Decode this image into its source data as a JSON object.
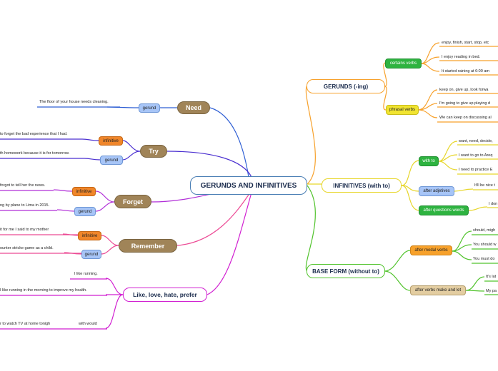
{
  "central": "GERUNDS AND INFINITIVES",
  "right": {
    "gerunds": {
      "title": "GERUNDS (-ing)",
      "certain_verbs": {
        "label": "certains verbs",
        "items": [
          "enjoy, finish, start, stop, etc",
          "I enjoy reading in bed.",
          "It started raining at 6:00 am"
        ]
      },
      "phrasal_verbs": {
        "label": "phrasal verbs",
        "items": [
          "keep on, give up, look forwa",
          "I'm going to give up playing d",
          "We can keep on discussing al"
        ]
      }
    },
    "infinitives": {
      "title": "INFINITIVES (with to)",
      "with_to": {
        "label": "with to",
        "items": [
          "want, need, decide,",
          "I want to go to Areq",
          "I need to practice E"
        ]
      },
      "after_adjectives": {
        "label": "after adjetives",
        "items": [
          "It'll be nice t"
        ]
      },
      "after_questions": {
        "label": "after questions words",
        "items": [
          "I don"
        ]
      }
    },
    "base_form": {
      "title": "BASE FORM (without to)",
      "after_modal": {
        "label": "after modal verbs",
        "items": [
          "should, migh",
          "You should w",
          "You must do"
        ]
      },
      "after_make_let": {
        "label": "after verbs make and let",
        "items": [
          "It's lat",
          "My pa"
        ]
      }
    }
  },
  "left": {
    "need": {
      "title": "Need",
      "tag": "gerund",
      "sentence": "The floor of your house needs cleaning."
    },
    "try": {
      "title": "Try",
      "tag1": "infinitive",
      "sentence1": "to forget the bad experience that I had.",
      "tag2": "gerund",
      "sentence2": "th homework because it is for tomorrow."
    },
    "forget": {
      "title": "Forget",
      "tag1": "infinitive",
      "sentence1": "forgot to tell her the news.",
      "tag2": "gerund",
      "sentence2": "ng by plane to Lima in 2015."
    },
    "remember": {
      "title": "Remember",
      "tag1": "infinitive",
      "sentence1": "it for me I said to my mother",
      "tag2": "gerund",
      "sentence2": "ounter stricke game as a child."
    },
    "like": {
      "title": "Like, love, hate, prefer",
      "items": [
        "I like running.",
        "I like running in the morning to improve my health.",
        "r to watch TV at home tonigh",
        "with would"
      ]
    }
  },
  "colors": {
    "orange": "#f7a12b",
    "yellow": "#f1e431",
    "green": "#51c32c",
    "blue": "#2f5fd4",
    "purple": "#7d3bd8",
    "magenta": "#d11fd1",
    "pink": "#ec4a95",
    "brown": "#a08458",
    "tag_orange": "#f0862a",
    "tag_blue": "#a7c5f7",
    "tag_green": "#2eb340",
    "tag_tan": "#e3cda1"
  }
}
